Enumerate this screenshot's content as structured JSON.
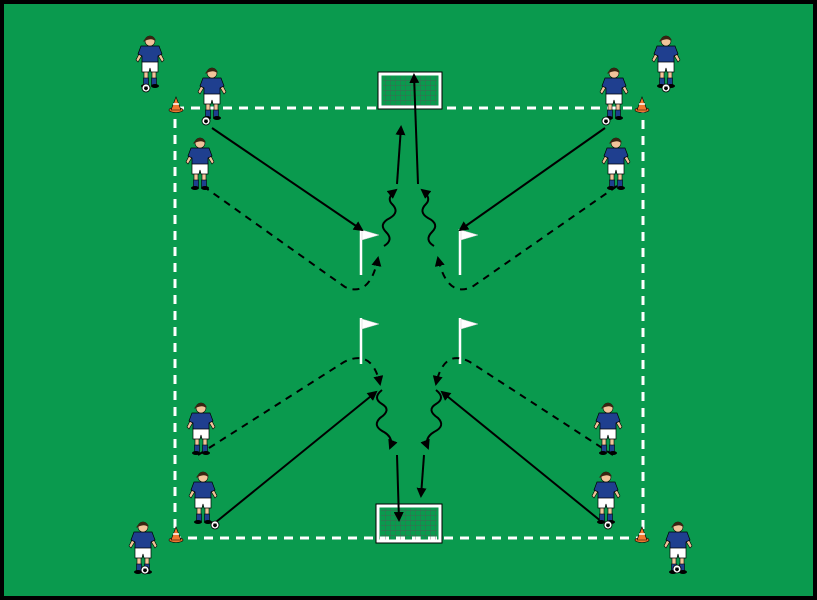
{
  "diagram": {
    "colors": {
      "pitch": "#0a9a4e",
      "border": "#000000",
      "boundary_line": "#ffffff",
      "jersey": "#1f3f8f",
      "shorts": "#ffffff",
      "skin": "#f2c49a",
      "hair": "#3a2412",
      "flag": "#ffffff",
      "cone": "#f07830",
      "arrow": "#000000",
      "goal_net": "#cfcfcf"
    },
    "elements": {
      "players": 12,
      "balls": 8,
      "cones": 4,
      "flags": 4,
      "goals": 2
    },
    "icons": [
      "player-icon",
      "soccer-ball-icon",
      "cone-icon",
      "flag-icon",
      "goal-icon"
    ],
    "text": []
  }
}
